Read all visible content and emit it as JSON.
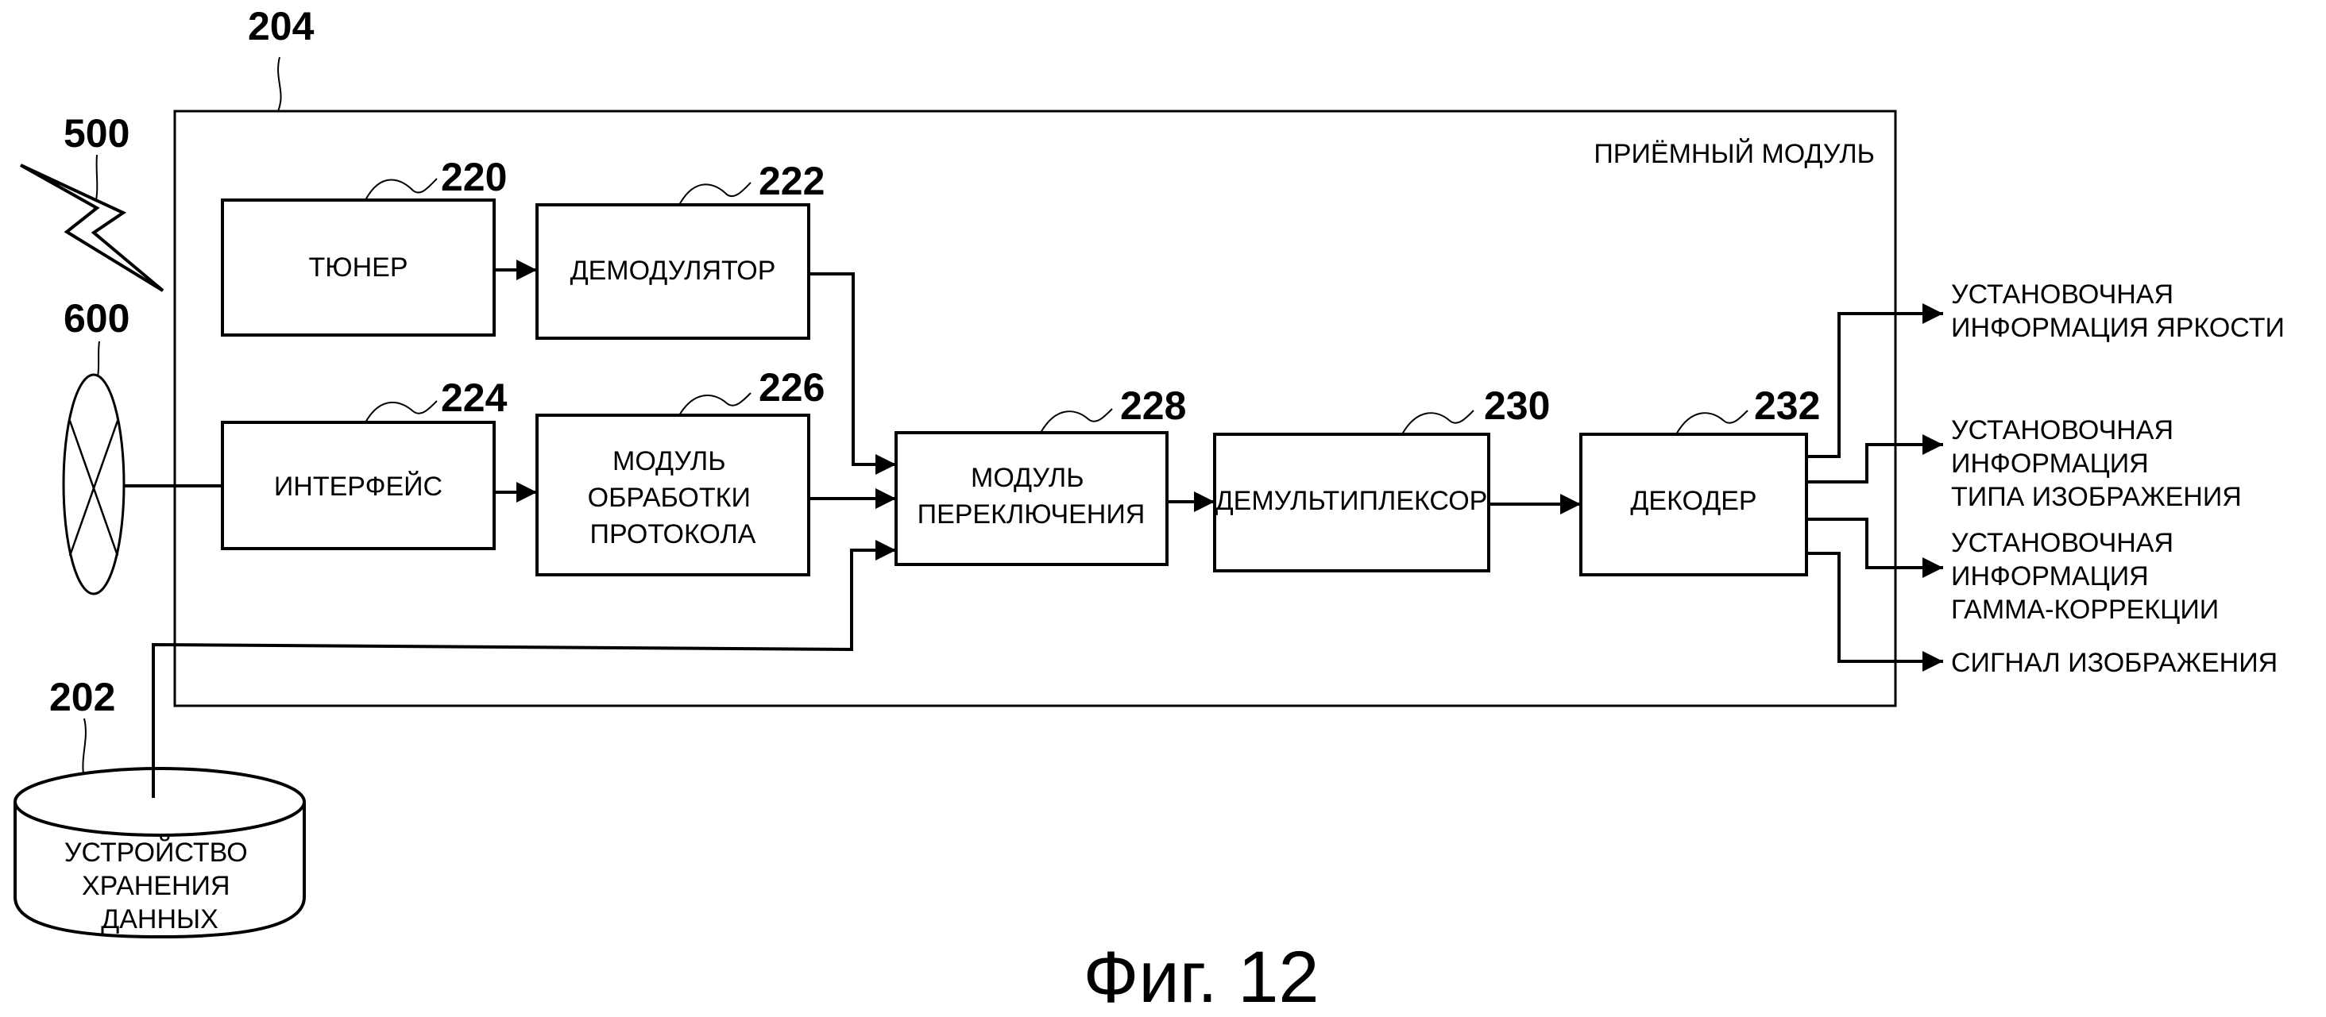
{
  "figure": {
    "caption": "Фиг. 12",
    "module_title": "ПРИЁМНЫЙ МОДУЛЬ",
    "module_ref": "204"
  },
  "external": {
    "wireless": {
      "ref": "500",
      "icon": "lightning-bolt-icon"
    },
    "network": {
      "ref": "600",
      "icon": "network-ellipse-icon"
    },
    "storage": {
      "ref": "202",
      "lines": [
        "УСТРОЙСТВО",
        "ХРАНЕНИЯ",
        "ДАННЫХ"
      ]
    }
  },
  "blocks": {
    "tuner": {
      "ref": "220",
      "lines": [
        "ТЮНЕР"
      ]
    },
    "demodulator": {
      "ref": "222",
      "lines": [
        "ДЕМОДУЛЯТОР"
      ]
    },
    "interface": {
      "ref": "224",
      "lines": [
        "ИНТЕРФЕЙС"
      ]
    },
    "protocol": {
      "ref": "226",
      "lines": [
        "МОДУЛЬ",
        "ОБРАБОТКИ",
        "ПРОТОКОЛА"
      ]
    },
    "switch": {
      "ref": "228",
      "lines": [
        "МОДУЛЬ",
        "ПЕРЕКЛЮЧЕНИЯ"
      ]
    },
    "demux": {
      "ref": "230",
      "lines": [
        "ДЕМУЛЬТИПЛЕКСОР"
      ]
    },
    "decoder": {
      "ref": "232",
      "lines": [
        "ДЕКОДЕР"
      ]
    }
  },
  "outputs": [
    {
      "lines": [
        "УСТАНОВОЧНАЯ",
        "ИНФОРМАЦИЯ ЯРКОСТИ"
      ]
    },
    {
      "lines": [
        "УСТАНОВОЧНАЯ",
        "ИНФОРМАЦИЯ",
        "ТИПА ИЗОБРАЖЕНИЯ"
      ]
    },
    {
      "lines": [
        "УСТАНОВОЧНАЯ",
        "ИНФОРМАЦИЯ",
        "ГАММА-КОРРЕКЦИИ"
      ]
    },
    {
      "lines": [
        "СИГНАЛ ИЗОБРАЖЕНИЯ"
      ]
    }
  ]
}
